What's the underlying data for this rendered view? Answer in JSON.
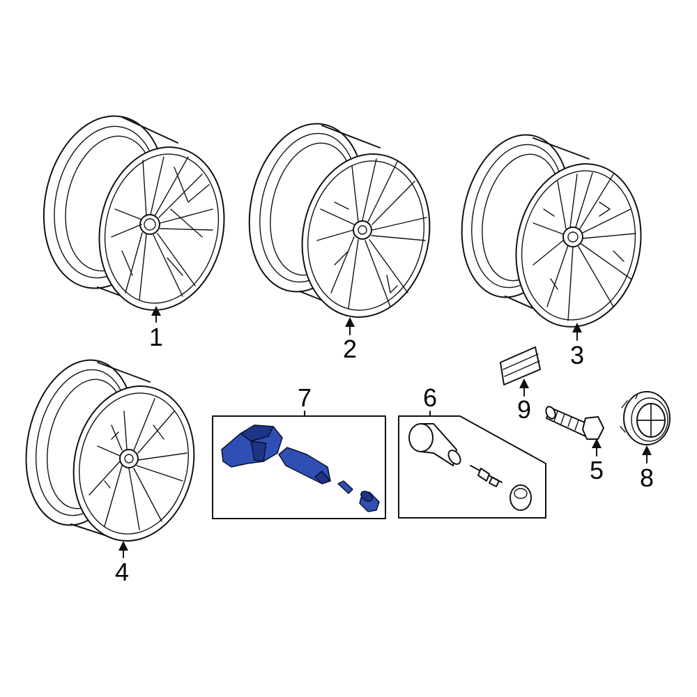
{
  "callouts": {
    "c1": "1",
    "c2": "2",
    "c3": "3",
    "c4": "4",
    "c5": "5",
    "c6": "6",
    "c7": "7",
    "c8": "8",
    "c9": "9"
  },
  "colors": {
    "highlight": "#2f4fb3",
    "highlight_dark": "#1d3487",
    "line": "#111111",
    "background": "#ffffff"
  }
}
